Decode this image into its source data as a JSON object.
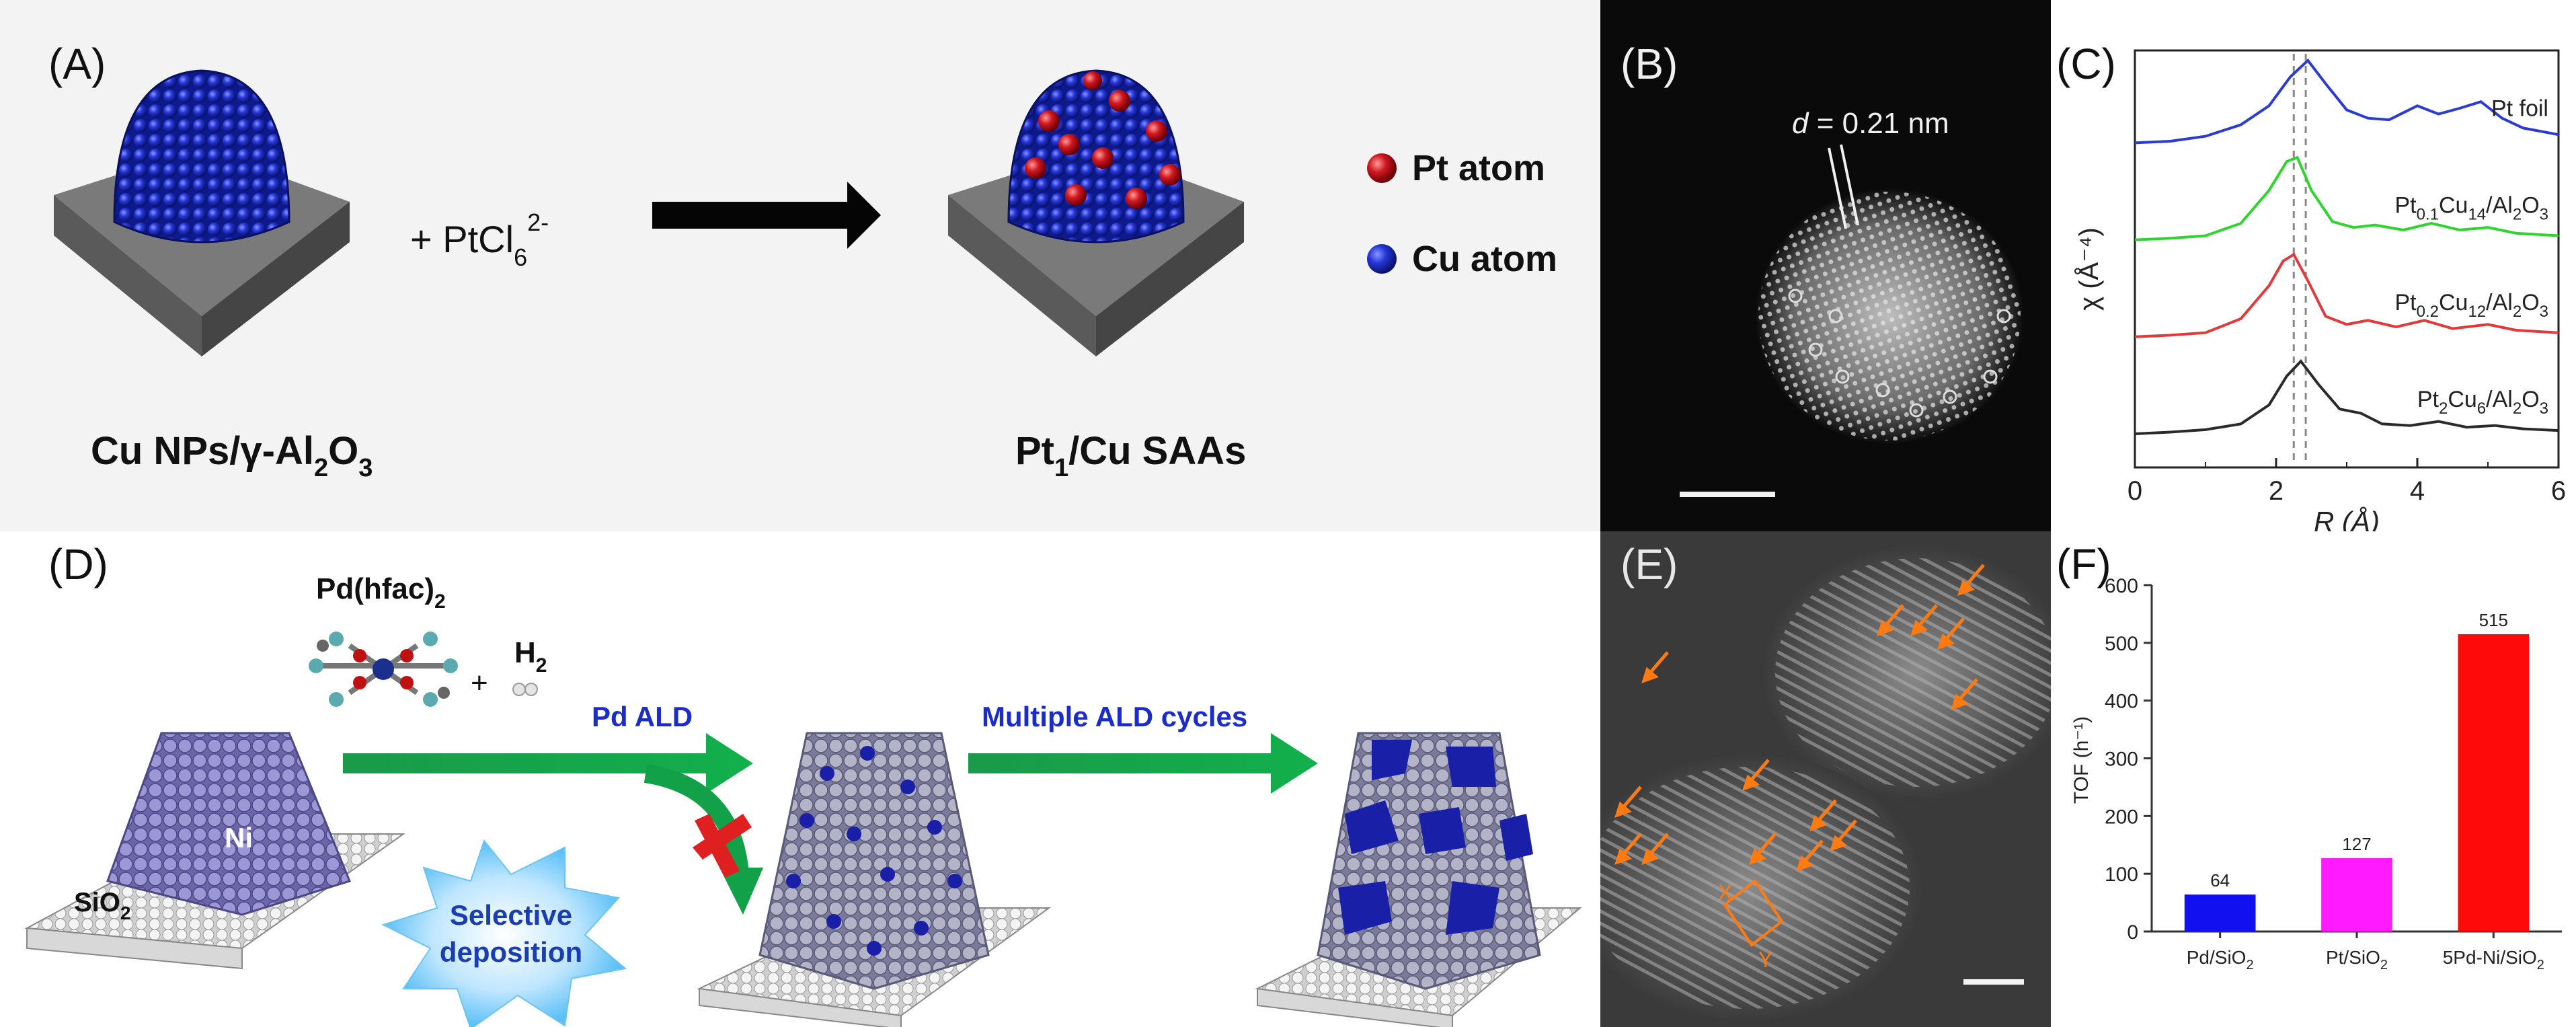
{
  "panels": {
    "A": {
      "label": "(A)",
      "reagent": "+ PtCl",
      "reagent_sub": "6",
      "reagent_sup": "2-",
      "left_caption": {
        "pre": "Cu NPs/γ-Al",
        "sub1": "2",
        "mid": "O",
        "sub2": "3"
      },
      "right_caption": {
        "pre": "Pt",
        "sub1": "1",
        "post": "/Cu SAAs"
      },
      "legend": [
        {
          "label": "Pt atom",
          "color": "#c8141c"
        },
        {
          "label": "Cu atom",
          "color": "#1a2ccc"
        }
      ]
    },
    "B": {
      "label": "(B)",
      "annotation": {
        "italic": "d",
        "rest": " = 0.21 nm"
      }
    },
    "C": {
      "label": "(C)",
      "ylabel": "χ (Å⁻⁴)",
      "xlabel": "R (Å)",
      "xticks": [
        "0",
        "2",
        "4",
        "6"
      ]
    },
    "D": {
      "label": "(D)",
      "precursor": {
        "pre": "Pd(hfac)",
        "sub": "2"
      },
      "plus": "+",
      "h2": {
        "pre": "H",
        "sub": "2"
      },
      "step1": "Pd ALD",
      "step2": "Multiple ALD cycles",
      "ni_label": "Ni",
      "support": {
        "pre": "SiO",
        "sub": "2"
      },
      "burst_line1": "Selective",
      "burst_line2": "deposition"
    },
    "E": {
      "label": "(E)",
      "x_mark": "X",
      "y_mark": "Y"
    },
    "F": {
      "label": "(F)",
      "ylabel": "TOF (h⁻¹)"
    }
  },
  "chart_data": [
    {
      "type": "line",
      "panel": "C",
      "xlabel": "R (Å)",
      "ylabel": "χ (Å⁻⁴)",
      "xlim": [
        0,
        6
      ],
      "x_ticks": [
        0,
        2,
        4,
        6
      ],
      "dashed_reference_lines_x": [
        2.25,
        2.42
      ],
      "series": [
        {
          "name": "Pt foil",
          "color": "#2b3bd6",
          "offset": 3,
          "x": [
            0,
            0.5,
            1.0,
            1.5,
            1.9,
            2.2,
            2.45,
            2.7,
            3.0,
            3.3,
            3.6,
            4.0,
            4.3,
            4.6,
            4.9,
            5.2,
            5.5,
            6.0
          ],
          "y": [
            0,
            0.02,
            0.08,
            0.22,
            0.45,
            0.8,
            1.0,
            0.72,
            0.4,
            0.3,
            0.28,
            0.45,
            0.35,
            0.42,
            0.5,
            0.3,
            0.18,
            0.1
          ]
        },
        {
          "name": "Pt0.1Cu14/Al2O3",
          "label_parts": [
            "Pt",
            "0.1",
            "Cu",
            "14",
            "/Al",
            "2",
            "O",
            "3"
          ],
          "color": "#2fd42f",
          "offset": 2,
          "x": [
            0,
            0.5,
            1.0,
            1.5,
            1.9,
            2.15,
            2.3,
            2.5,
            2.8,
            3.1,
            3.4,
            3.8,
            4.2,
            4.6,
            5.0,
            5.4,
            6.0
          ],
          "y": [
            0,
            0.02,
            0.05,
            0.2,
            0.6,
            0.95,
            1.0,
            0.6,
            0.22,
            0.15,
            0.18,
            0.12,
            0.2,
            0.12,
            0.15,
            0.08,
            0.05
          ]
        },
        {
          "name": "Pt0.2Cu12/Al2O3",
          "label_parts": [
            "Pt",
            "0.2",
            "Cu",
            "12",
            "/Al",
            "2",
            "O",
            "3"
          ],
          "color": "#e23a3a",
          "offset": 1,
          "x": [
            0,
            0.5,
            1.0,
            1.5,
            1.9,
            2.1,
            2.25,
            2.45,
            2.7,
            3.0,
            3.3,
            3.7,
            4.1,
            4.5,
            5.0,
            5.4,
            6.0
          ],
          "y": [
            0,
            0.02,
            0.05,
            0.22,
            0.62,
            0.92,
            1.0,
            0.68,
            0.25,
            0.15,
            0.2,
            0.12,
            0.2,
            0.1,
            0.15,
            0.08,
            0.05
          ]
        },
        {
          "name": "Pt2Cu6/Al2O3",
          "label_parts": [
            "Pt",
            "2",
            "Cu",
            "6",
            "/Al",
            "2",
            "O",
            "3"
          ],
          "color": "#2a2a2a",
          "offset": 0,
          "x": [
            0,
            0.5,
            1.0,
            1.5,
            1.9,
            2.15,
            2.35,
            2.6,
            2.9,
            3.2,
            3.5,
            3.9,
            4.3,
            4.7,
            5.1,
            5.5,
            6.0
          ],
          "y": [
            0,
            0.02,
            0.05,
            0.12,
            0.35,
            0.7,
            0.88,
            0.6,
            0.3,
            0.25,
            0.12,
            0.1,
            0.15,
            0.08,
            0.1,
            0.06,
            0.04
          ]
        }
      ]
    },
    {
      "type": "bar",
      "panel": "F",
      "ylabel": "TOF (h⁻¹)",
      "ylim": [
        0,
        600
      ],
      "y_ticks": [
        0,
        100,
        200,
        300,
        400,
        500,
        600
      ],
      "y_tick_labels": [
        "0",
        "100",
        "200",
        "300",
        "400",
        "500",
        "600"
      ],
      "categories": [
        "Pd/SiO2",
        "Pt/SiO2",
        "5Pd-Ni/SiO2"
      ],
      "category_parts": [
        [
          "Pd/SiO",
          "2",
          ""
        ],
        [
          "Pt/SiO",
          "2",
          ""
        ],
        [
          "5Pd-Ni/SiO",
          "2",
          ""
        ]
      ],
      "values": [
        64,
        127,
        515
      ],
      "colors": [
        "#1010f0",
        "#ff1aff",
        "#ff0a0a"
      ]
    }
  ]
}
